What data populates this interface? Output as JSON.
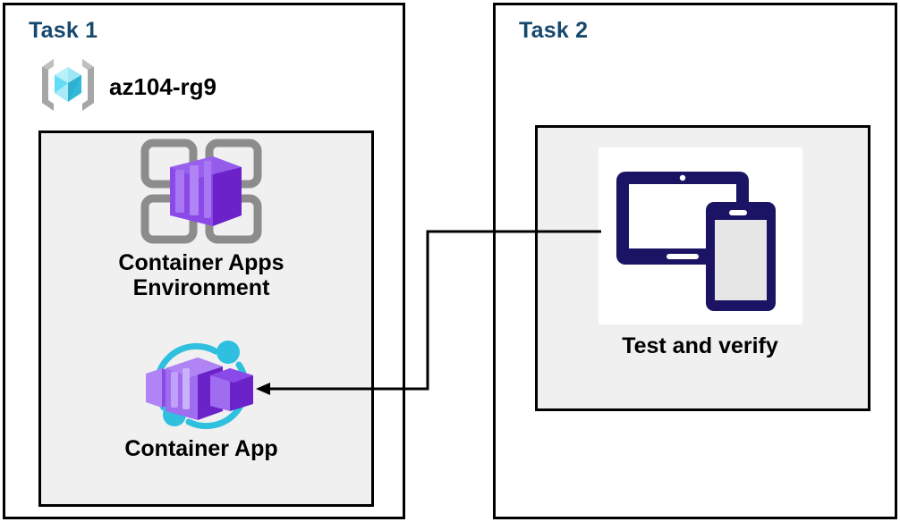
{
  "diagram": {
    "title": "Azure Container Apps lab task diagram",
    "background": "#ffffff",
    "heading_color": "#17496f",
    "panel_border_color": "#000000",
    "inner_box_fill": "#f0f0f0",
    "accent_purple": "#7a3fd4",
    "accent_cyan": "#32c5e0",
    "accent_navy": "#1b1464"
  },
  "task1": {
    "title": "Task 1",
    "resource_group": {
      "icon": "resource-group-icon",
      "label": "az104-rg9"
    },
    "nodes": [
      {
        "id": "container-apps-environment",
        "icon": "container-apps-environment-icon",
        "label": "Container Apps\nEnvironment"
      },
      {
        "id": "container-app",
        "icon": "container-app-icon",
        "label": "Container App"
      }
    ]
  },
  "task2": {
    "title": "Task 2",
    "nodes": [
      {
        "id": "test-and-verify",
        "icon": "devices-icon",
        "label": "Test and verify"
      }
    ]
  },
  "connector": {
    "id": "test-to-container-app-arrow",
    "from": "test-and-verify",
    "to": "container-app",
    "direction": "right-to-left",
    "style": "elbow",
    "color": "#000000"
  }
}
